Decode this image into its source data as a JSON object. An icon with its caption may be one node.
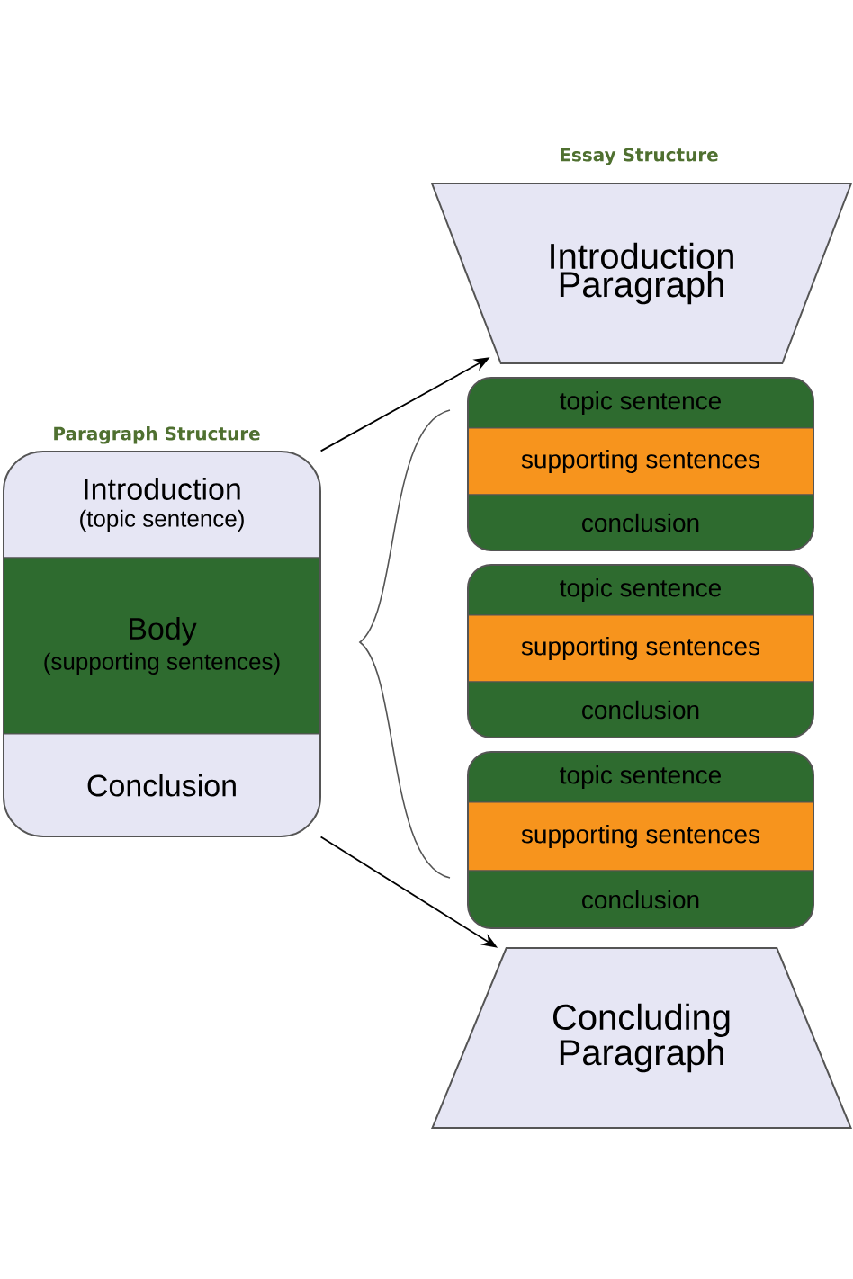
{
  "diagram": {
    "nodes": [
      {
        "text": [
          "Paragraph Structure"
        ]
      },
      {
        "text": [
          "Introduction",
          "(topic sentence)"
        ],
        "in": 0
      },
      {
        "text": [
          "Body",
          "(supporting sentences)"
        ],
        "in": 0
      },
      {
        "text": [
          "Conclusion"
        ],
        "in": 0
      },
      {
        "text": [
          "Introduction Paragraph"
        ]
      },
      {
        "text": [],
        "shape": "box"
      },
      {
        "text": [
          "topic sentence"
        ],
        "in": 5
      },
      {
        "text": [
          "supporting sentences"
        ],
        "in": 5
      },
      {
        "text": [
          "conclusion"
        ],
        "in": 5
      },
      {
        "text": [],
        "shape": "box"
      },
      {
        "text": [
          "topic sentence"
        ],
        "in": 9
      },
      {
        "text": [
          "supporting sentences"
        ],
        "in": 9
      },
      {
        "text": [
          "conclusion"
        ],
        "in": 9
      },
      {
        "text": [],
        "shape": "box"
      },
      {
        "text": [
          "topic sentence"
        ],
        "in": 13
      },
      {
        "text": [
          "supporting sentences"
        ],
        "in": 13
      },
      {
        "text": [
          "conclusion"
        ],
        "in": 13
      },
      {
        "text": [
          "Concluding Paragraph"
        ]
      }
    ],
    "edges": [
      {
        "from": 1,
        "to": 4,
        "arrow": "to"
      },
      {
        "from": 3,
        "to": 17,
        "arrow": "to"
      }
    ],
    "labels": [
      "Essay Structure"
    ]
  }
}
